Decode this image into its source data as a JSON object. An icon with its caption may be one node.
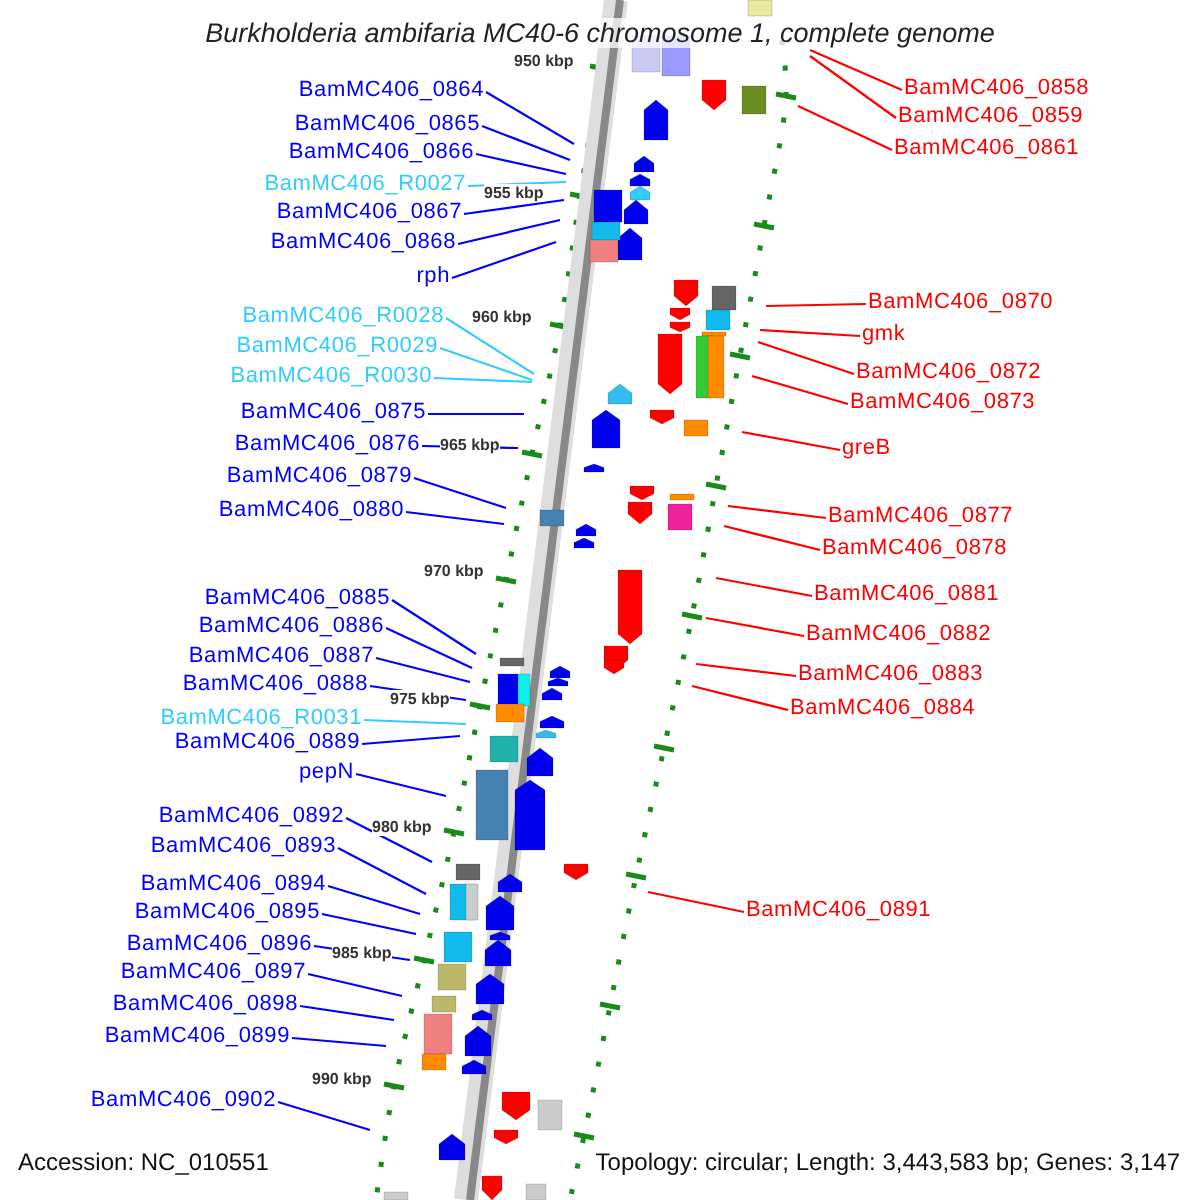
{
  "diagram": {
    "title": "Burkholderia ambifaria MC40-6 chromosome 1, complete genome",
    "nodes": [
      {
        "text": [
          "BamMC406_0864"
        ]
      },
      {
        "text": [
          "BamMC406_0865"
        ]
      },
      {
        "text": [
          "BamMC406_0866"
        ]
      },
      {
        "text": [
          "BamMC406_R0027"
        ]
      },
      {
        "text": [
          "BamMC406_0867"
        ]
      },
      {
        "text": [
          "BamMC406_0868"
        ]
      },
      {
        "text": [
          "rph"
        ]
      },
      {
        "text": [
          "BamMC406_R0028"
        ]
      },
      {
        "text": [
          "BamMC406_R0029"
        ]
      },
      {
        "text": [
          "BamMC406_R0030"
        ]
      },
      {
        "text": [
          "BamMC406_0875"
        ]
      },
      {
        "text": [
          "BamMC406_0876"
        ]
      },
      {
        "text": [
          "BamMC406_0879"
        ]
      },
      {
        "text": [
          "BamMC406_0880"
        ]
      },
      {
        "text": [
          "BamMC406_0885"
        ]
      },
      {
        "text": [
          "BamMC406_0886"
        ]
      },
      {
        "text": [
          "BamMC406_0887"
        ]
      },
      {
        "text": [
          "BamMC406_0888"
        ]
      },
      {
        "text": [
          "BamMC406_R0031"
        ]
      },
      {
        "text": [
          "BamMC406_0889"
        ]
      },
      {
        "text": [
          "pepN"
        ]
      },
      {
        "text": [
          "BamMC406_0892"
        ]
      },
      {
        "text": [
          "BamMC406_0893"
        ]
      },
      {
        "text": [
          "BamMC406_0894"
        ]
      },
      {
        "text": [
          "BamMC406_0895"
        ]
      },
      {
        "text": [
          "BamMC406_0896"
        ]
      },
      {
        "text": [
          "BamMC406_0897"
        ]
      },
      {
        "text": [
          "BamMC406_0898"
        ]
      },
      {
        "text": [
          "BamMC406_0899"
        ]
      },
      {
        "text": [
          "BamMC406_0902"
        ]
      },
      {
        "text": [
          "BamMC406_0858"
        ]
      },
      {
        "text": [
          "BamMC406_0859"
        ]
      },
      {
        "text": [
          "BamMC406_0861"
        ]
      },
      {
        "text": [
          "BamMC406_0870"
        ]
      },
      {
        "text": [
          "gmk"
        ]
      },
      {
        "text": [
          "BamMC406_0872"
        ]
      },
      {
        "text": [
          "BamMC406_0873"
        ]
      },
      {
        "text": [
          "greB"
        ]
      },
      {
        "text": [
          "BamMC406_0877"
        ]
      },
      {
        "text": [
          "BamMC406_0878"
        ]
      },
      {
        "text": [
          "BamMC406_0881"
        ]
      },
      {
        "text": [
          "BamMC406_0882"
        ]
      },
      {
        "text": [
          "BamMC406_0883"
        ]
      },
      {
        "text": [
          "BamMC406_0884"
        ]
      },
      {
        "text": [
          "BamMC406_0891"
        ]
      }
    ],
    "edges": [
      {
        "from": 0,
        "to": null,
        "arrow": "none"
      },
      {
        "from": 1,
        "to": null,
        "arrow": "none"
      },
      {
        "from": 2,
        "to": null,
        "arrow": "none"
      },
      {
        "from": 3,
        "to": null,
        "arrow": "none",
        "color": "#33ccff"
      },
      {
        "from": 4,
        "to": null,
        "arrow": "none"
      },
      {
        "from": 5,
        "to": null,
        "arrow": "none"
      },
      {
        "from": 6,
        "to": null,
        "arrow": "none"
      },
      {
        "from": 7,
        "to": null,
        "arrow": "none",
        "color": "#33ccff"
      },
      {
        "from": 8,
        "to": null,
        "arrow": "none",
        "color": "#33ccff"
      },
      {
        "from": 9,
        "to": null,
        "arrow": "none",
        "color": "#33ccff"
      },
      {
        "from": 10,
        "to": null,
        "arrow": "none"
      },
      {
        "from": 11,
        "to": null,
        "arrow": "none"
      },
      {
        "from": 12,
        "to": null,
        "arrow": "none"
      },
      {
        "from": 13,
        "to": null,
        "arrow": "none"
      },
      {
        "from": 14,
        "to": null,
        "arrow": "none"
      },
      {
        "from": 15,
        "to": null,
        "arrow": "none"
      },
      {
        "from": 16,
        "to": null,
        "arrow": "none"
      },
      {
        "from": 17,
        "to": null,
        "arrow": "none"
      },
      {
        "from": 18,
        "to": null,
        "arrow": "none",
        "color": "#33ccff"
      },
      {
        "from": 19,
        "to": null,
        "arrow": "none"
      },
      {
        "from": 20,
        "to": null,
        "arrow": "none"
      },
      {
        "from": 21,
        "to": null,
        "arrow": "none"
      },
      {
        "from": 22,
        "to": null,
        "arrow": "none"
      },
      {
        "from": 23,
        "to": null,
        "arrow": "none"
      },
      {
        "from": 24,
        "to": null,
        "arrow": "none"
      },
      {
        "from": 25,
        "to": null,
        "arrow": "none"
      },
      {
        "from": 26,
        "to": null,
        "arrow": "none"
      },
      {
        "from": 27,
        "to": null,
        "arrow": "none"
      },
      {
        "from": 28,
        "to": null,
        "arrow": "none"
      },
      {
        "from": 29,
        "to": null,
        "arrow": "none"
      },
      {
        "from": 30,
        "to": null,
        "arrow": "none",
        "color": "#ff0000"
      },
      {
        "from": 31,
        "to": null,
        "arrow": "none",
        "color": "#ff0000"
      },
      {
        "from": 32,
        "to": null,
        "arrow": "none",
        "color": "#ff0000"
      },
      {
        "from": 33,
        "to": null,
        "arrow": "none",
        "color": "#ff0000"
      },
      {
        "from": 34,
        "to": null,
        "arrow": "none",
        "color": "#ff0000"
      },
      {
        "from": 35,
        "to": null,
        "arrow": "none",
        "color": "#ff0000"
      },
      {
        "from": 36,
        "to": null,
        "arrow": "none",
        "color": "#ff0000"
      },
      {
        "from": 37,
        "to": null,
        "arrow": "none",
        "color": "#ff0000"
      },
      {
        "from": 38,
        "to": null,
        "arrow": "none",
        "color": "#ff0000"
      },
      {
        "from": 39,
        "to": null,
        "arrow": "none",
        "color": "#ff0000"
      },
      {
        "from": 40,
        "to": null,
        "arrow": "none",
        "color": "#ff0000"
      },
      {
        "from": 41,
        "to": null,
        "arrow": "none",
        "color": "#ff0000"
      },
      {
        "from": 42,
        "to": null,
        "arrow": "none",
        "color": "#ff0000"
      },
      {
        "from": 43,
        "to": null,
        "arrow": "none",
        "color": "#ff0000"
      },
      {
        "from": 44,
        "to": null,
        "arrow": "none",
        "color": "#ff0000"
      }
    ],
    "labels": [
      "950 kbp",
      "955 kbp",
      "960 kbp",
      "965 kbp",
      "970 kbp",
      "975 kbp",
      "980 kbp",
      "985 kbp",
      "990 kbp",
      "Accession: NC_010551",
      "Topology: circular; Length: 3,443,583 bp; Genes: 3,147"
    ]
  }
}
